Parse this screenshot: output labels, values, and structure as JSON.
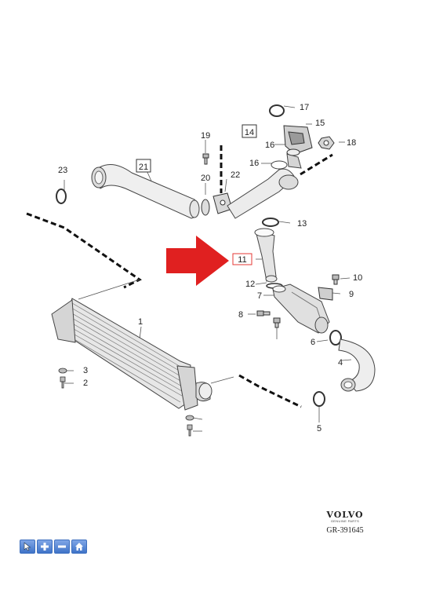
{
  "diagram": {
    "callouts": [
      "1",
      "2",
      "3",
      "4",
      "5",
      "6",
      "7",
      "8",
      "9",
      "10",
      "12",
      "13",
      "15",
      "16",
      "17",
      "18",
      "19",
      "20",
      "22",
      "23"
    ],
    "boxed_callouts": [
      "11",
      "14",
      "21"
    ],
    "highlight_color": "#e53935",
    "highlight_arrow_color": "#e02020"
  },
  "footer": {
    "brand": "VOLVO",
    "brand_sub": "GENUINE PARTS",
    "reference": "GR-391645"
  },
  "toolbar": {
    "buttons": [
      {
        "icon": "cursor-icon",
        "label": "select"
      },
      {
        "icon": "zoom-in-icon",
        "label": "zoom in"
      },
      {
        "icon": "zoom-out-icon",
        "label": "zoom out"
      },
      {
        "icon": "home-icon",
        "label": "home"
      }
    ]
  }
}
